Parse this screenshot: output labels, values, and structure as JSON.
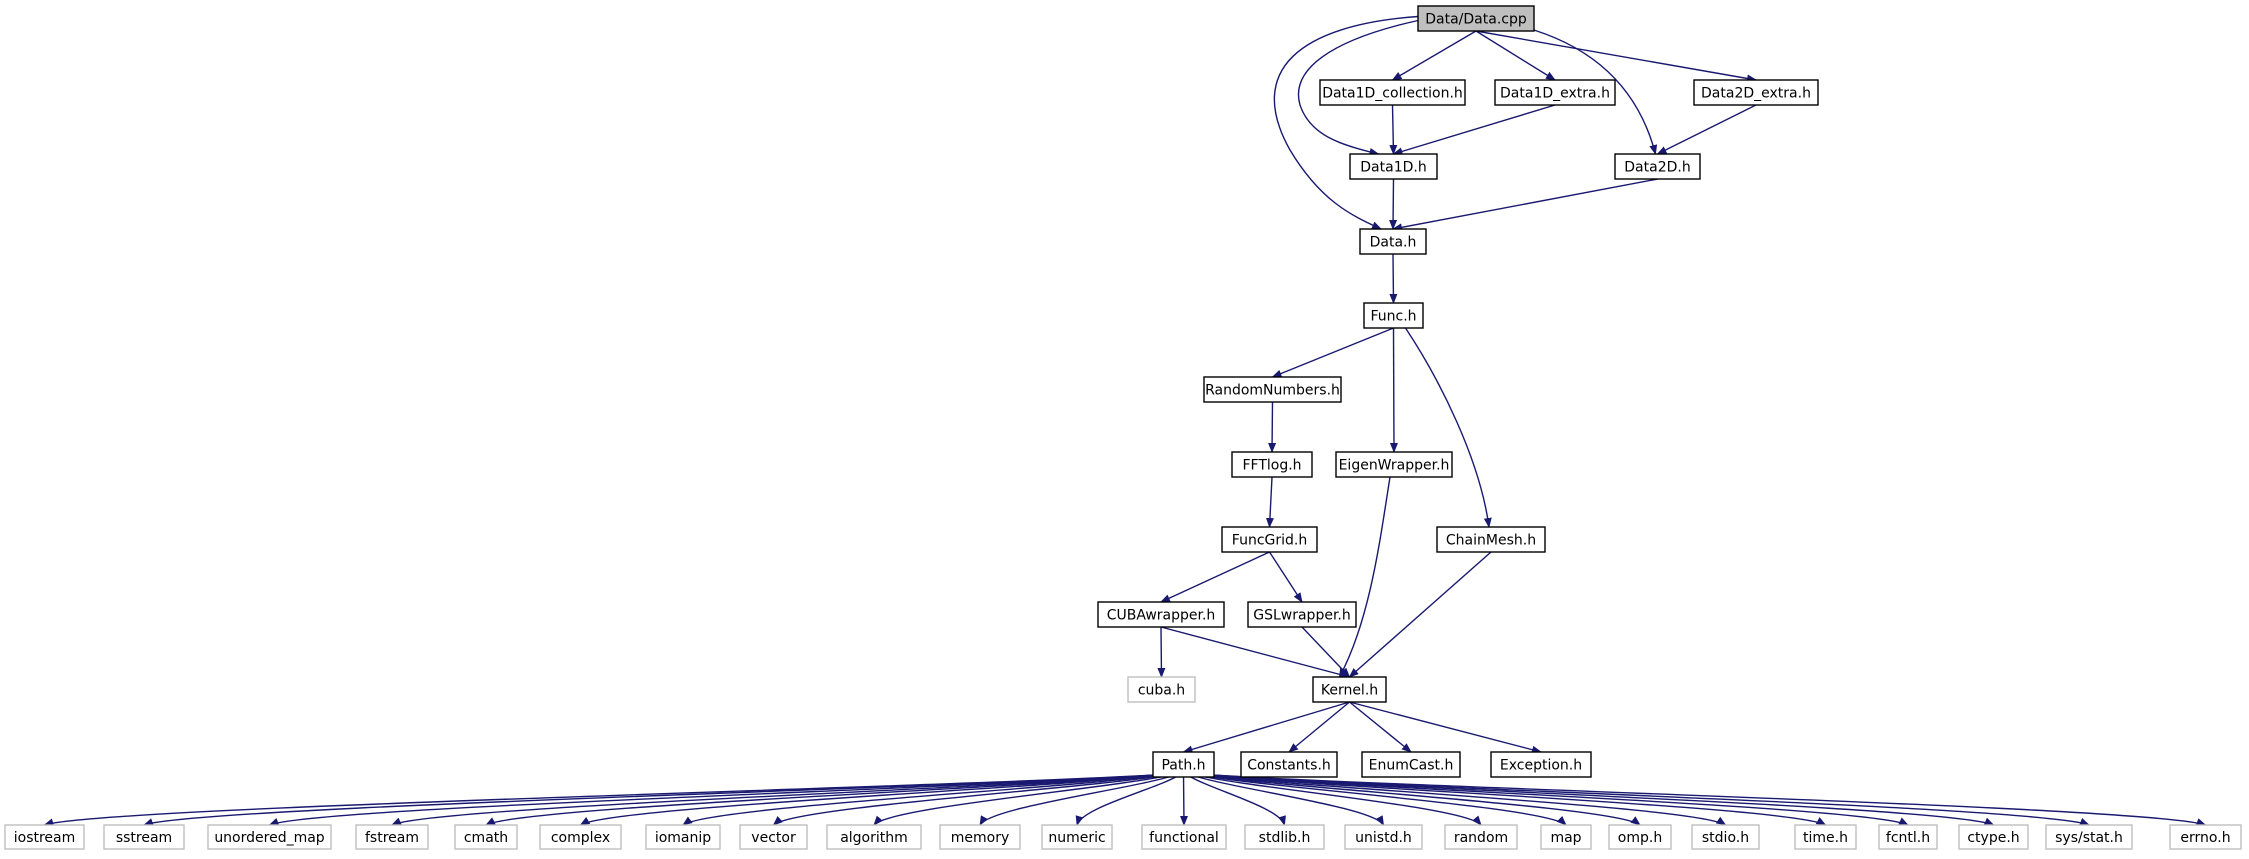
{
  "diagram": {
    "type": "include-dependency-graph",
    "colors": {
      "edge": "#191970",
      "root_fill": "#bfbfbf",
      "system_header_border": "#bfbfbf",
      "node_border": "#000000"
    },
    "nodes": [
      {
        "id": "root",
        "label": "Data/Data.cpp",
        "kind": "root"
      },
      {
        "id": "data1d_collection",
        "label": "Data1D_collection.h",
        "kind": "project"
      },
      {
        "id": "data1d_extra",
        "label": "Data1D_extra.h",
        "kind": "project"
      },
      {
        "id": "data2d_extra",
        "label": "Data2D_extra.h",
        "kind": "project"
      },
      {
        "id": "data1d",
        "label": "Data1D.h",
        "kind": "project"
      },
      {
        "id": "data2d",
        "label": "Data2D.h",
        "kind": "project"
      },
      {
        "id": "data",
        "label": "Data.h",
        "kind": "project"
      },
      {
        "id": "func",
        "label": "Func.h",
        "kind": "project"
      },
      {
        "id": "randomnumbers",
        "label": "RandomNumbers.h",
        "kind": "project"
      },
      {
        "id": "fftlog",
        "label": "FFTlog.h",
        "kind": "project"
      },
      {
        "id": "eigenwrapper",
        "label": "EigenWrapper.h",
        "kind": "project"
      },
      {
        "id": "funcgrid",
        "label": "FuncGrid.h",
        "kind": "project"
      },
      {
        "id": "chainmesh",
        "label": "ChainMesh.h",
        "kind": "project"
      },
      {
        "id": "cubawrapper",
        "label": "CUBAwrapper.h",
        "kind": "project"
      },
      {
        "id": "gslwrapper",
        "label": "GSLwrapper.h",
        "kind": "project"
      },
      {
        "id": "cuba",
        "label": "cuba.h",
        "kind": "system"
      },
      {
        "id": "kernel",
        "label": "Kernel.h",
        "kind": "project"
      },
      {
        "id": "path",
        "label": "Path.h",
        "kind": "project"
      },
      {
        "id": "constants",
        "label": "Constants.h",
        "kind": "project"
      },
      {
        "id": "enumcast",
        "label": "EnumCast.h",
        "kind": "project"
      },
      {
        "id": "exception",
        "label": "Exception.h",
        "kind": "project"
      },
      {
        "id": "iostream",
        "label": "iostream",
        "kind": "system"
      },
      {
        "id": "sstream",
        "label": "sstream",
        "kind": "system"
      },
      {
        "id": "unordered_map",
        "label": "unordered_map",
        "kind": "system"
      },
      {
        "id": "fstream",
        "label": "fstream",
        "kind": "system"
      },
      {
        "id": "cmath",
        "label": "cmath",
        "kind": "system"
      },
      {
        "id": "complex",
        "label": "complex",
        "kind": "system"
      },
      {
        "id": "iomanip",
        "label": "iomanip",
        "kind": "system"
      },
      {
        "id": "vector",
        "label": "vector",
        "kind": "system"
      },
      {
        "id": "algorithm",
        "label": "algorithm",
        "kind": "system"
      },
      {
        "id": "memory",
        "label": "memory",
        "kind": "system"
      },
      {
        "id": "numeric",
        "label": "numeric",
        "kind": "system"
      },
      {
        "id": "functional",
        "label": "functional",
        "kind": "system"
      },
      {
        "id": "stdlib",
        "label": "stdlib.h",
        "kind": "system"
      },
      {
        "id": "unistd",
        "label": "unistd.h",
        "kind": "system"
      },
      {
        "id": "random",
        "label": "random",
        "kind": "system"
      },
      {
        "id": "map",
        "label": "map",
        "kind": "system"
      },
      {
        "id": "omp",
        "label": "omp.h",
        "kind": "system"
      },
      {
        "id": "stdio",
        "label": "stdio.h",
        "kind": "system"
      },
      {
        "id": "time",
        "label": "time.h",
        "kind": "system"
      },
      {
        "id": "fcntl",
        "label": "fcntl.h",
        "kind": "system"
      },
      {
        "id": "ctype",
        "label": "ctype.h",
        "kind": "system"
      },
      {
        "id": "sysstat",
        "label": "sys/stat.h",
        "kind": "system"
      },
      {
        "id": "errno",
        "label": "errno.h",
        "kind": "system"
      }
    ],
    "edges": [
      [
        "root",
        "data"
      ],
      [
        "root",
        "data1d"
      ],
      [
        "root",
        "data1d_collection"
      ],
      [
        "root",
        "data1d_extra"
      ],
      [
        "root",
        "data2d"
      ],
      [
        "root",
        "data2d_extra"
      ],
      [
        "data1d_collection",
        "data1d"
      ],
      [
        "data1d_extra",
        "data1d"
      ],
      [
        "data2d_extra",
        "data2d"
      ],
      [
        "data1d",
        "data"
      ],
      [
        "data2d",
        "data"
      ],
      [
        "data",
        "func"
      ],
      [
        "func",
        "randomnumbers"
      ],
      [
        "func",
        "eigenwrapper"
      ],
      [
        "func",
        "chainmesh"
      ],
      [
        "randomnumbers",
        "fftlog"
      ],
      [
        "fftlog",
        "funcgrid"
      ],
      [
        "funcgrid",
        "cubawrapper"
      ],
      [
        "funcgrid",
        "gslwrapper"
      ],
      [
        "cubawrapper",
        "cuba"
      ],
      [
        "cubawrapper",
        "kernel"
      ],
      [
        "gslwrapper",
        "kernel"
      ],
      [
        "eigenwrapper",
        "kernel"
      ],
      [
        "chainmesh",
        "kernel"
      ],
      [
        "kernel",
        "path"
      ],
      [
        "kernel",
        "constants"
      ],
      [
        "kernel",
        "enumcast"
      ],
      [
        "kernel",
        "exception"
      ],
      [
        "path",
        "iostream"
      ],
      [
        "path",
        "sstream"
      ],
      [
        "path",
        "unordered_map"
      ],
      [
        "path",
        "fstream"
      ],
      [
        "path",
        "cmath"
      ],
      [
        "path",
        "complex"
      ],
      [
        "path",
        "iomanip"
      ],
      [
        "path",
        "vector"
      ],
      [
        "path",
        "algorithm"
      ],
      [
        "path",
        "memory"
      ],
      [
        "path",
        "numeric"
      ],
      [
        "path",
        "functional"
      ],
      [
        "path",
        "stdlib"
      ],
      [
        "path",
        "unistd"
      ],
      [
        "path",
        "random"
      ],
      [
        "path",
        "map"
      ],
      [
        "path",
        "omp"
      ],
      [
        "path",
        "stdio"
      ],
      [
        "path",
        "time"
      ],
      [
        "path",
        "fcntl"
      ],
      [
        "path",
        "ctype"
      ],
      [
        "path",
        "sysstat"
      ],
      [
        "path",
        "errno"
      ]
    ]
  }
}
